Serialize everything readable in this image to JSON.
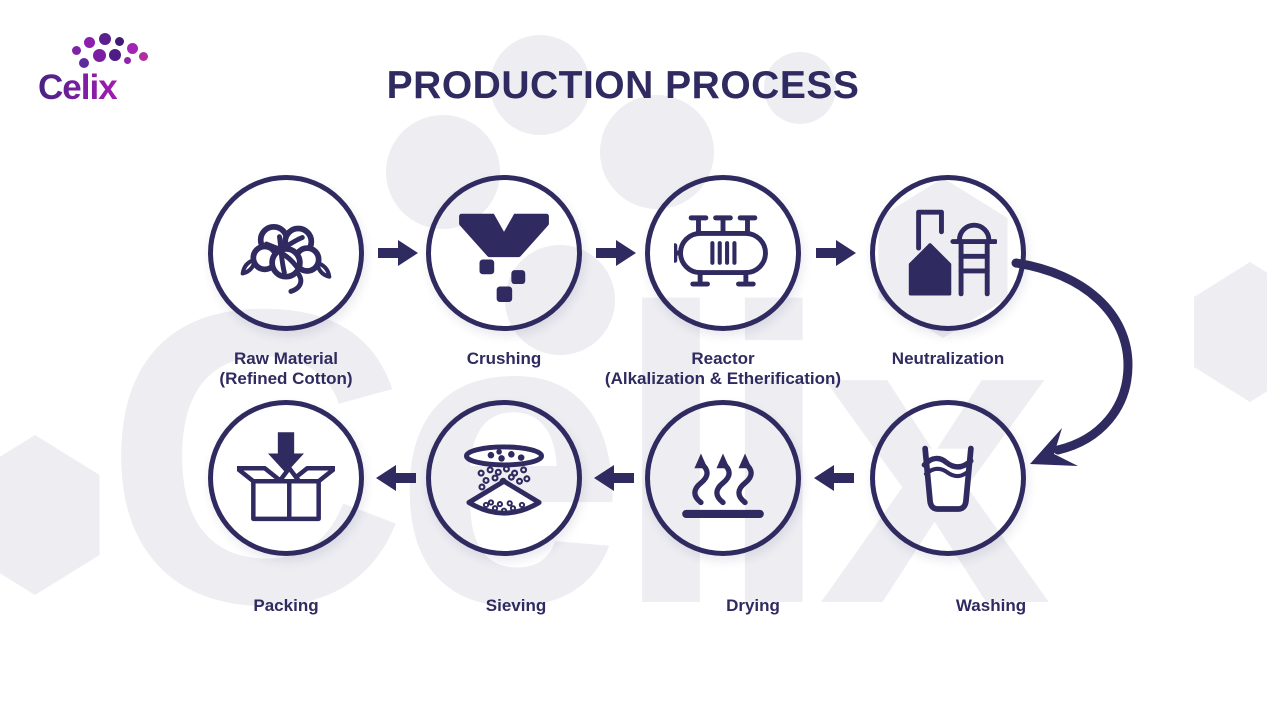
{
  "brand": {
    "logo_text": "Celix"
  },
  "header": {
    "title": "PRODUCTION PROCESS"
  },
  "watermark": {
    "text": "Celix"
  },
  "colors": {
    "navy": "#2f2a5f",
    "watermark_gray": "#ededf2",
    "logo_gradient_start": "#46227d",
    "logo_gradient_end": "#a21caf"
  },
  "process": {
    "flow_order": [
      "raw-material",
      "crushing",
      "reactor",
      "neutralization",
      "washing",
      "drying",
      "sieving",
      "packing"
    ],
    "steps": [
      {
        "id": "raw-material",
        "label": "Raw Material",
        "sublabel": "(Refined Cotton)",
        "icon": "cotton-icon"
      },
      {
        "id": "crushing",
        "label": "Crushing",
        "sublabel": "",
        "icon": "funnel-crusher-icon"
      },
      {
        "id": "reactor",
        "label": "Reactor",
        "sublabel": "(Alkalization & Etherification)",
        "icon": "reactor-vessel-icon"
      },
      {
        "id": "neutralization",
        "label": "Neutralization",
        "sublabel": "",
        "icon": "plant-tank-icon"
      },
      {
        "id": "washing",
        "label": "Washing",
        "sublabel": "",
        "icon": "wash-cup-icon"
      },
      {
        "id": "drying",
        "label": "Drying",
        "sublabel": "",
        "icon": "heat-waves-icon"
      },
      {
        "id": "sieving",
        "label": "Sieving",
        "sublabel": "",
        "icon": "sieve-icon"
      },
      {
        "id": "packing",
        "label": "Packing",
        "sublabel": "",
        "icon": "packing-box-icon"
      }
    ]
  }
}
